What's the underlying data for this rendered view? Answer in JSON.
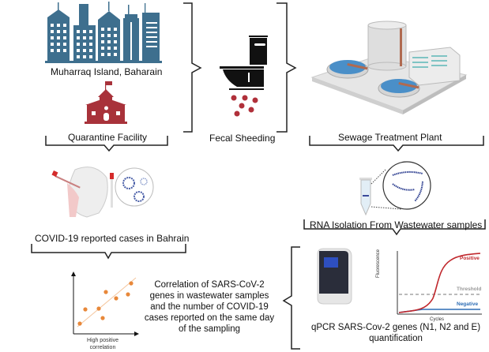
{
  "labels": {
    "city": "Muharraq Island, Baharain",
    "quarantine": "Quarantine Facility",
    "fecal": "Fecal Sheeding",
    "sewage": "Sewage Treatment Plant",
    "covid_cases": "COVID-19 reported cases in Bahrain",
    "rna": "RNA Isolation From Wastewater samples",
    "correlation_lines": [
      "Correlation of SARS-CoV-2",
      "genes in wastewater samples",
      "and the number of COVID-19",
      "cases reported on the same day",
      "of the sampling"
    ],
    "scatter_caption_lines": [
      "High positive",
      "correlation"
    ],
    "qpcr_lines": [
      "qPCR SARS-Cov-2 genes (N1, N2 and E)",
      "quantification"
    ],
    "pcr_chart": {
      "ylabel": "Fluorescence",
      "xlabel": "Cycles",
      "positive": "Positive",
      "threshold": "Threshold",
      "negative": "Negative"
    }
  },
  "colors": {
    "building": "#3e6f8e",
    "quarantine": "#a8323a",
    "toilet": "#111111",
    "virus_dots": "#b0303a",
    "water": "#4a8fc8",
    "scatter": "#e8883a",
    "positive": "#c0282d",
    "negative": "#2d6db5",
    "threshold": "#888888"
  }
}
